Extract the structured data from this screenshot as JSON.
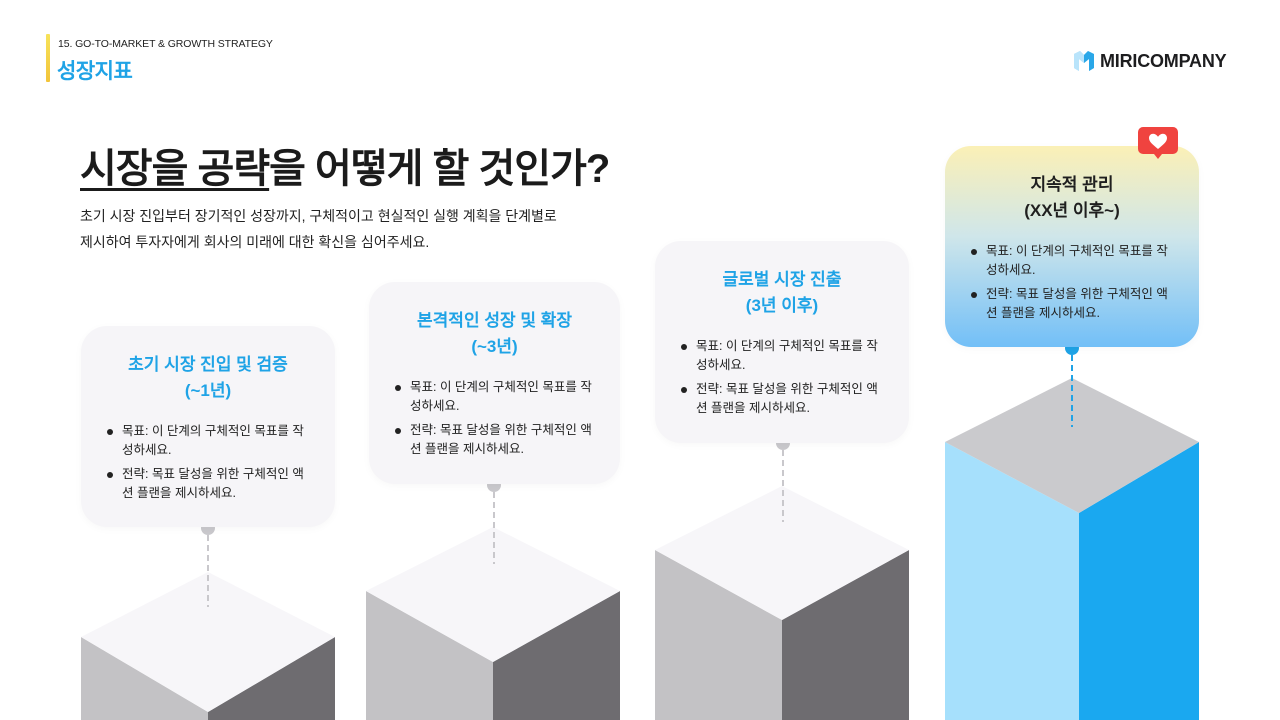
{
  "header": {
    "section_label": "15. GO-TO-MARKET & GROWTH STRATEGY",
    "section_title": "성장지표",
    "accent_color": "#F5D442"
  },
  "brand": {
    "logo_icon": "m-cube-logo-icon",
    "name": "MIRICOMPANY"
  },
  "main": {
    "title_underlined": "시장을 공략",
    "title_rest": "을 어떻게 할 것인가?",
    "description_line1": "초기 시장 진입부터 장기적인 성장까지, 구체적이고 현실적인 실행 계획을 단계별로",
    "description_line2": "제시하여 투자자에게 회사의 미래에 대한 확신을 심어주세요."
  },
  "colors": {
    "primary_blue": "#1FA3E6",
    "block_top_gray": "#F7F6F9",
    "block_left_gray": "#C3C2C5",
    "block_right_gray": "#6E6C70",
    "final_left_blue": "#A6E0FC",
    "final_right_blue": "#1AA8F0",
    "final_top": "#CACACD",
    "heart_red": "#F0433F"
  },
  "stages": [
    {
      "title_line1": "초기 시장 진입 및 검증",
      "title_line2": "(~1년)",
      "bullets": [
        "목표: 이 단계의 구체적인 목표를 작성하세요.",
        "전략: 목표 달성을 위한 구체적인 액션 플랜을 제시하세요."
      ]
    },
    {
      "title_line1": "본격적인 성장 및 확장",
      "title_line2": "(~3년)",
      "bullets": [
        "목표: 이 단계의 구체적인 목표를 작성하세요.",
        "전략: 목표 달성을 위한 구체적인 액션 플랜을 제시하세요."
      ]
    },
    {
      "title_line1": "글로벌 시장 진출",
      "title_line2": "(3년 이후)",
      "bullets": [
        "목표: 이 단계의 구체적인 목표를 작성하세요.",
        "전략: 목표 달성을 위한 구체적인 액션 플랜을 제시하세요."
      ]
    },
    {
      "title_line1": "지속적 관리",
      "title_line2": "(XX년 이후~)",
      "badge_icon": "heart-icon",
      "bullets": [
        "목표: 이 단계의 구체적인 목표를 작성하세요.",
        "전략: 목표 달성을 위한 구체적인 액션 플랜을 제시하세요."
      ]
    }
  ]
}
